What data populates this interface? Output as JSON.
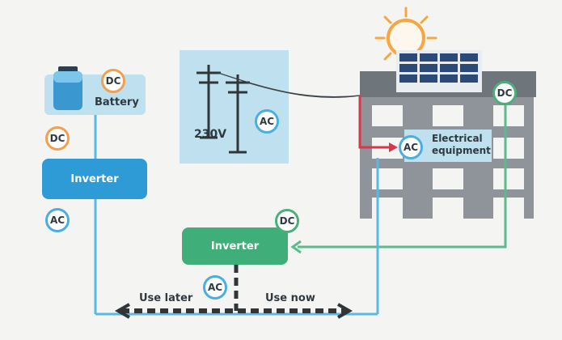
{
  "labels": {
    "battery": "Battery",
    "voltage": "230V",
    "equipment": "Electrical\nequipment",
    "inverter_left": "Inverter",
    "inverter_center": "Inverter",
    "use_later": "Use later",
    "use_now": "Use now"
  },
  "badges": {
    "dc": "DC",
    "ac": "AC"
  },
  "colors": {
    "ac_line": "#5ab8e6",
    "dc_line": "#5cba8c",
    "grid_line": "#d9364a",
    "inverter_blue": "#2f9bd6",
    "inverter_green": "#3fae78",
    "panel_bg": "#bfe1ef",
    "building": "#8e9499",
    "roof": "#6e757b",
    "sun": "#f5a742",
    "solar_panel": "#2c4a78"
  },
  "icons": [
    "battery-icon",
    "power-pole-icon",
    "sun-icon",
    "solar-panel-icon",
    "building-icon"
  ]
}
